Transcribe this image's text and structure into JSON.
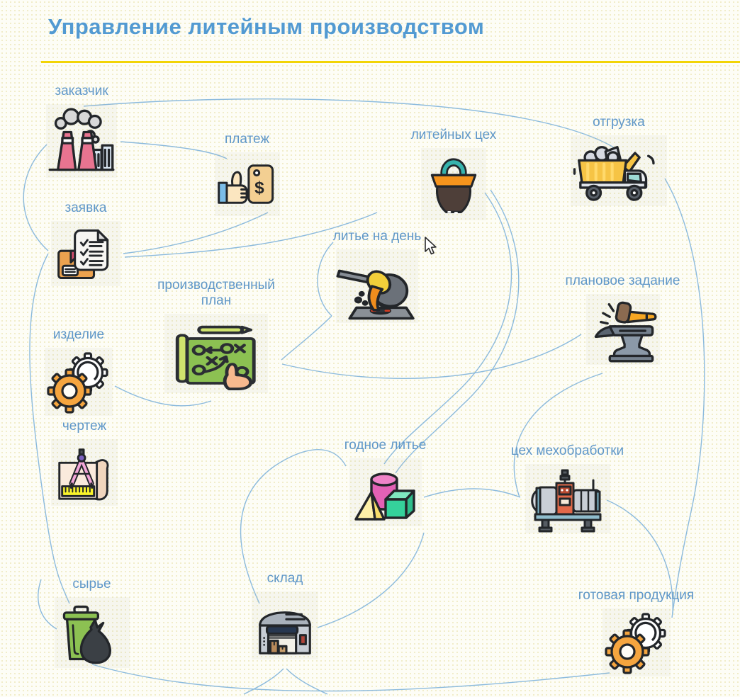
{
  "page": {
    "title": "Управление литейным производством"
  },
  "colors": {
    "title_blue": "#529ad2",
    "label_blue": "#5f97c8",
    "divider_yellow": "#f2d406",
    "connector_blue": "#86b7dc"
  },
  "nodes": [
    {
      "id": "zakazchik",
      "label": "заказчик",
      "icon": "factory-icon"
    },
    {
      "id": "platezh",
      "label": "платеж",
      "icon": "payment-icon"
    },
    {
      "id": "liteynyh-ceh",
      "label": "литейных цех",
      "icon": "foundry-bucket-icon"
    },
    {
      "id": "otgruzka",
      "label": "отгрузка",
      "icon": "dump-truck-icon"
    },
    {
      "id": "zayavka",
      "label": "заявка",
      "icon": "order-checklist-icon"
    },
    {
      "id": "lite-na-den",
      "label": "литье на день",
      "icon": "pouring-ladle-icon"
    },
    {
      "id": "proizvodstvennyy-plan",
      "label": "производственный план",
      "icon": "strategy-board-icon"
    },
    {
      "id": "planovoe-zadanie",
      "label": "плановое задание",
      "icon": "anvil-hammer-icon"
    },
    {
      "id": "izdelie",
      "label": "изделие",
      "icon": "gears-icon"
    },
    {
      "id": "chertezh",
      "label": "чертеж",
      "icon": "blueprint-compass-icon"
    },
    {
      "id": "godnoe-lite",
      "label": "годное литье",
      "icon": "geometric-shapes-icon"
    },
    {
      "id": "ceh-mehobrabotki",
      "label": "цех мехобработки",
      "icon": "lathe-machine-icon"
    },
    {
      "id": "syre",
      "label": "сырье",
      "icon": "trash-bag-icon"
    },
    {
      "id": "sklad",
      "label": "склад",
      "icon": "warehouse-icon"
    },
    {
      "id": "gotovaya-produkciya",
      "label": "готовая продукция",
      "icon": "gears-icon"
    }
  ]
}
